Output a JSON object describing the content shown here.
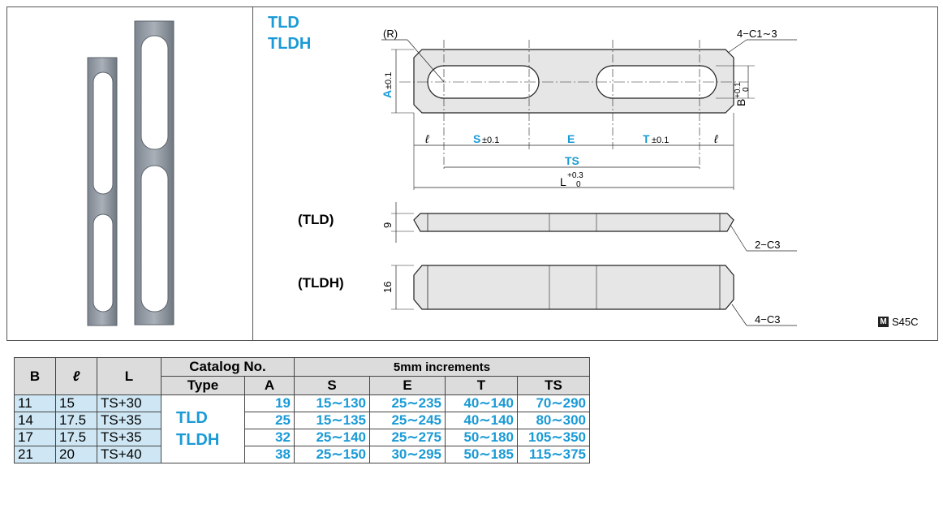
{
  "header": {
    "types": [
      "TLD",
      "TLDH"
    ]
  },
  "drawing": {
    "r_label": "(R)",
    "corner_label": "4−C1∼3",
    "a_dim": "A",
    "a_tol": "±0.1",
    "b_dim": "B",
    "b_tol_plus": "+0.1",
    "b_tol_zero": "0",
    "l_small": "ℓ",
    "s_dim": "S",
    "s_tol": "±0.1",
    "e_dim": "E",
    "t_dim": "T",
    "t_tol": "±0.1",
    "ts_dim": "TS",
    "l_dim": "L",
    "l_tol_plus": "+0.3",
    "l_tol_zero": "0",
    "tld_label": "(TLD)",
    "tld_thickness": "9",
    "tld_chamfer": "2−C3",
    "tldh_label": "(TLDH)",
    "tldh_thickness": "16",
    "tldh_chamfer": "4−C3"
  },
  "material": {
    "badge": "M",
    "name": "S45C"
  },
  "table": {
    "headers": {
      "b": "B",
      "l": "ℓ",
      "L": "L",
      "catalog": "Catalog No.",
      "type": "Type",
      "a": "A",
      "increments": "5mm increments",
      "s": "S",
      "e": "E",
      "t": "T",
      "ts": "TS"
    },
    "type_values": [
      "TLD",
      "TLDH"
    ],
    "rows": [
      {
        "b": "11",
        "l": "15",
        "L": "TS+30",
        "a": "19",
        "s": "15∼130",
        "e": "25∼235",
        "t": "40∼140",
        "ts": "70∼290"
      },
      {
        "b": "14",
        "l": "17.5",
        "L": "TS+35",
        "a": "25",
        "s": "15∼135",
        "e": "25∼245",
        "t": "40∼140",
        "ts": "80∼300"
      },
      {
        "b": "17",
        "l": "17.5",
        "L": "TS+35",
        "a": "32",
        "s": "25∼140",
        "e": "25∼275",
        "t": "50∼180",
        "ts": "105∼350"
      },
      {
        "b": "21",
        "l": "20",
        "L": "TS+40",
        "a": "38",
        "s": "25∼150",
        "e": "30∼295",
        "t": "50∼185",
        "ts": "115∼375"
      }
    ]
  }
}
